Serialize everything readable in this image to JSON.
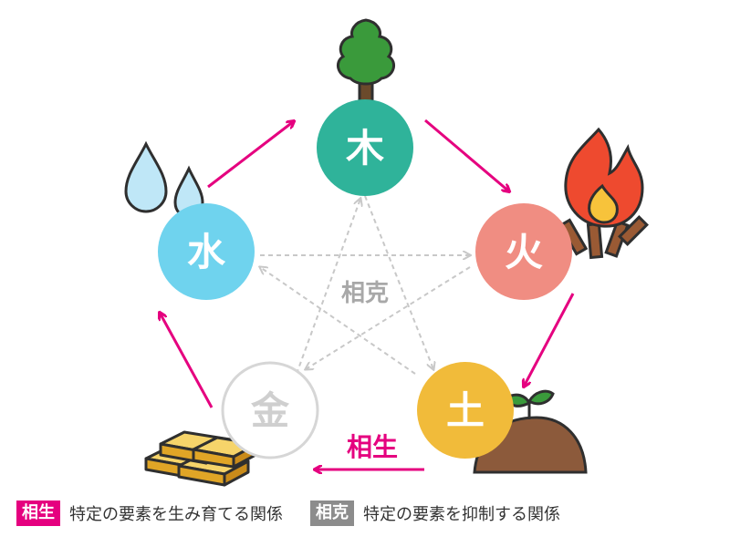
{
  "elements": {
    "wood": {
      "label": "木",
      "color": "#2fb39a"
    },
    "fire": {
      "label": "火",
      "color": "#f08d82"
    },
    "earth": {
      "label": "土",
      "color": "#f1bb3a"
    },
    "metal": {
      "label": "金",
      "color": "#ffffff",
      "text_color": "#cfcfcf"
    },
    "water": {
      "label": "水",
      "color": "#6fd3ee"
    }
  },
  "cycle_labels": {
    "sousei": "相生",
    "sokoku": "相克"
  },
  "colors": {
    "generating_arrow": "#e5007f",
    "overcoming_arrow": "#c8c8c8"
  },
  "legend": {
    "generating": {
      "badge": "相生",
      "text": "特定の要素を生み育てる関係"
    },
    "overcoming": {
      "badge": "相克",
      "text": "特定の要素を抑制する関係"
    }
  },
  "icons": [
    "tree-icon",
    "fire-icon",
    "sprout-icon",
    "gold-bars-icon",
    "water-drops-icon"
  ]
}
